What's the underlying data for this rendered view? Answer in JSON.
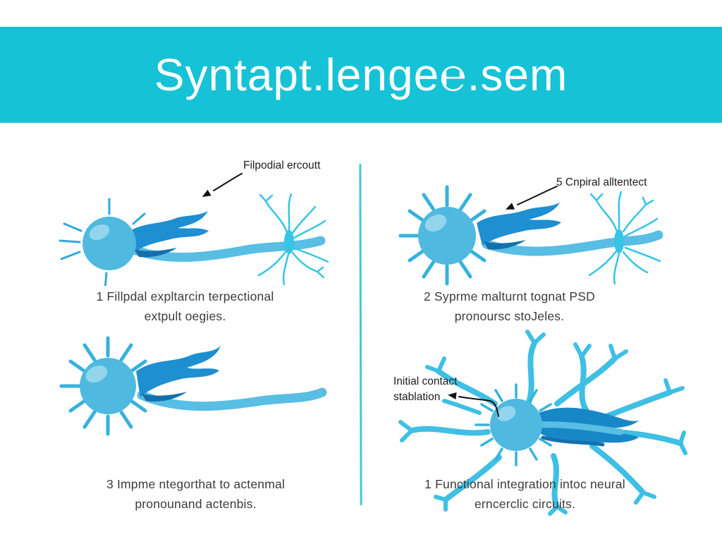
{
  "header": {
    "title": "Syntapt.lenge℮.sem"
  },
  "colors": {
    "banner": "#16C2D6",
    "soma": "#4FB9E0",
    "dendrite": "#1E8FD0",
    "axon": "#58BEE4",
    "arbor": "#35C5E5",
    "divider": "#3FC9DD"
  },
  "panels": {
    "top_left": {
      "annotation": "Filpodial ercoutt",
      "caption1": "1 Fillpdal expltarcin terpectional",
      "caption2": "extpult oegies."
    },
    "top_right": {
      "annotation": "5 Cnpiral alltentect",
      "caption1": "2 Syprme malturnt tognat PSD",
      "caption2": "pronoursc stoJeles."
    },
    "bottom_left": {
      "caption1": "3 Impme ntegorthat to actenmal",
      "caption2": "pronounand actenbis."
    },
    "bottom_right": {
      "annotation1": "Initial contact",
      "annotation2": "stablation",
      "caption1": "1 Functional integration intoc neural",
      "caption2": "erncerclic circuits."
    }
  }
}
